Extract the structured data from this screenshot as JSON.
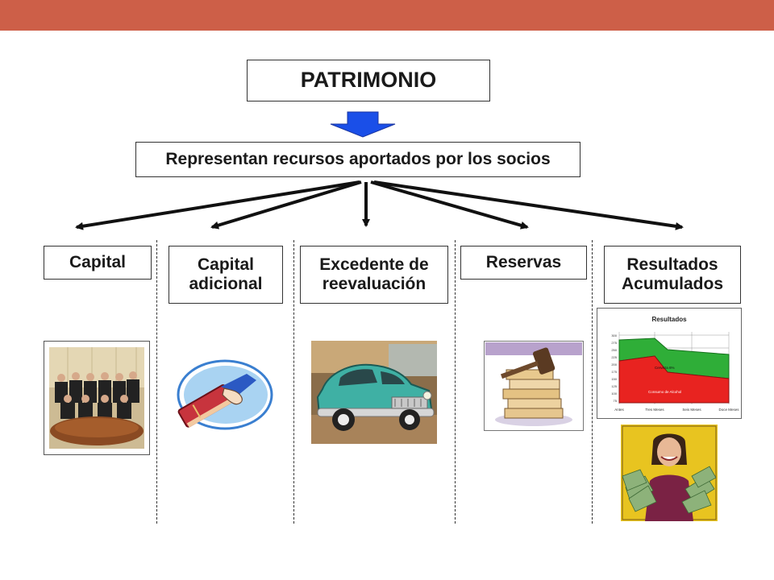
{
  "title": "PATRIMONIO",
  "subtitle": "Representan recursos aportados por los socios",
  "categories": [
    {
      "label": "Capital"
    },
    {
      "label": "Capital adicional"
    },
    {
      "label": "Excedente de reevaluación"
    },
    {
      "label": "Reservas"
    },
    {
      "label": "Resultados Acumulados"
    }
  ],
  "chart_image": {
    "title": "Resultados",
    "series_labels": [
      "Cerveza 6%",
      "Consumo de Alcohol"
    ],
    "x_labels": [
      "Antes",
      "Tres Meses",
      "Seis Meses",
      "Doce Meses"
    ],
    "y_labels": [
      "300",
      "275",
      "250",
      "225",
      "200",
      "175",
      "150",
      "125",
      "100",
      "75"
    ]
  },
  "colors": {
    "header_bar": "#cd5f48",
    "arrow_down": "#1a4fe8",
    "chart_green": "#2fae38",
    "chart_red": "#e82320",
    "frame_yellow": "#e8c420"
  }
}
